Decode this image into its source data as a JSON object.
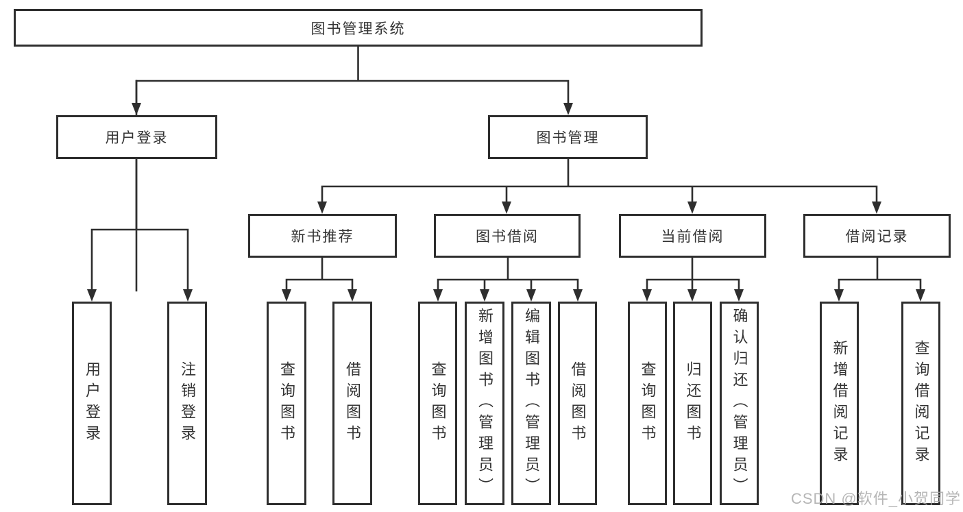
{
  "diagram": {
    "title": "图书管理系统",
    "root": {
      "label": "图书管理系统"
    },
    "level2": [
      {
        "label": "用户登录"
      },
      {
        "label": "图书管理"
      }
    ],
    "level3": [
      {
        "label": "新书推荐"
      },
      {
        "label": "图书借阅"
      },
      {
        "label": "当前借阅"
      },
      {
        "label": "借阅记录"
      }
    ],
    "leaves": [
      {
        "label": "用户登录",
        "parent": "用户登录"
      },
      {
        "label": "注销登录",
        "parent": "用户登录"
      },
      {
        "label": "查询图书",
        "parent": "新书推荐"
      },
      {
        "label": "借阅图书",
        "parent": "新书推荐"
      },
      {
        "label": "查询图书",
        "parent": "图书借阅"
      },
      {
        "label": "新增图书（管理员）",
        "parent": "图书借阅"
      },
      {
        "label": "编辑图书（管理员）",
        "parent": "图书借阅"
      },
      {
        "label": "借阅图书",
        "parent": "图书借阅"
      },
      {
        "label": "查询图书",
        "parent": "当前借阅"
      },
      {
        "label": "归还图书",
        "parent": "当前借阅"
      },
      {
        "label": "确认归还（管理员）",
        "parent": "当前借阅"
      },
      {
        "label": "新增借阅记录",
        "parent": "借阅记录"
      },
      {
        "label": "查询借阅记录",
        "parent": "借阅记录"
      }
    ]
  },
  "watermark": {
    "text": "CSDN @软件_小贺同学"
  },
  "colors": {
    "line": "#2e2e2e",
    "text": "#333333",
    "watermark": "#aaaaaa",
    "background": "#ffffff"
  }
}
